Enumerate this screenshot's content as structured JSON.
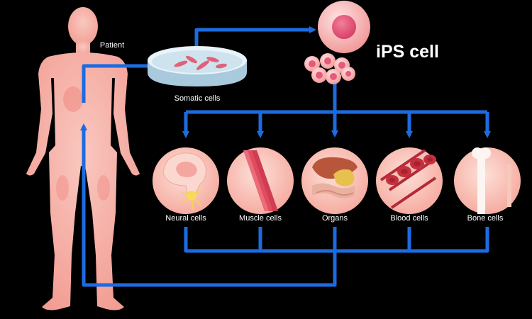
{
  "labels": {
    "patient": "Patient",
    "somatic": "Somatic cells",
    "ips": "iPS cell",
    "targets": [
      "Neural cells",
      "Muscle cells",
      "Organs",
      "Blood cells",
      "Bone cells"
    ]
  },
  "colors": {
    "background": "#000000",
    "arrow": "#1d6be0",
    "body": "#f7b0a8",
    "circle": "#f6b9b0",
    "cell": "#f4a6a6",
    "nucleus": "#e55a7a"
  },
  "icons": [
    "human-body-icon",
    "petri-dish-icon",
    "ips-cell-icon",
    "neural-icon",
    "muscle-icon",
    "organs-icon",
    "blood-icon",
    "bone-icon"
  ]
}
